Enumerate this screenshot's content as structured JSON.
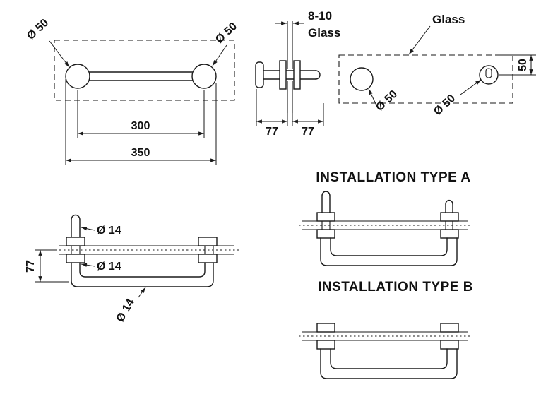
{
  "colors": {
    "line": "#1a1a1a",
    "background": "#ffffff"
  },
  "front_view": {
    "dia_left": "Ø 50",
    "dia_right": "Ø 50",
    "dim_inner": "300",
    "dim_outer": "350"
  },
  "section_view": {
    "glass_thickness": "8-10",
    "glass_label": "Glass",
    "dim_left": "77",
    "dim_right": "77"
  },
  "plan_view": {
    "glass_label": "Glass",
    "dia_left": "Ø 50",
    "dia_right": "Ø 50",
    "dim_edge": "50"
  },
  "detail_view": {
    "dim_height": "77",
    "dia_pin_top": "Ø 14",
    "dia_pin_lower": "Ø 14",
    "dia_bar": "Ø 14"
  },
  "installation_a": {
    "title": "INSTALLATION TYPE A"
  },
  "installation_b": {
    "title": "INSTALLATION TYPE B"
  }
}
